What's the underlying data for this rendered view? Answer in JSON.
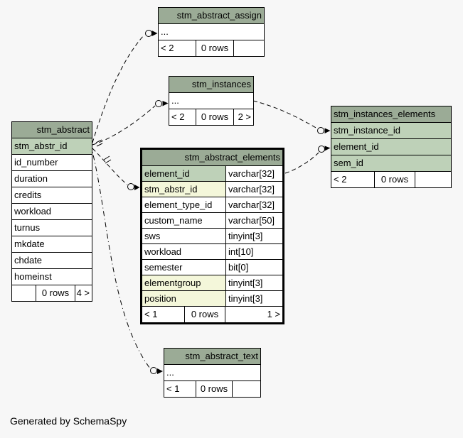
{
  "page": {
    "credit": "Generated by SchemaSpy",
    "background": "#f7f7f7"
  },
  "colors": {
    "table_header": "#9bab96",
    "primary_key_column": "#bed1b8",
    "indexed_column": "#f4f7da",
    "line": "#000000"
  },
  "tables": {
    "assign": {
      "title": "stm_abstract_assign",
      "ellipsis": "...",
      "footer": {
        "left": "< 2",
        "mid": "0 rows",
        "right": ""
      }
    },
    "instances": {
      "title": "stm_instances",
      "ellipsis": "...",
      "footer": {
        "left": "< 2",
        "mid": "0 rows",
        "right": "2 >"
      }
    },
    "abstract": {
      "title": "stm_abstract",
      "columns": [
        "stm_abstr_id",
        "id_number",
        "duration",
        "credits",
        "workload",
        "turnus",
        "mkdate",
        "chdate",
        "homeinst"
      ],
      "footer": {
        "left": "",
        "mid": "0 rows",
        "right": "4 >"
      }
    },
    "elements": {
      "title": "stm_abstract_elements",
      "columns": [
        {
          "name": "element_id",
          "type": "varchar[32]"
        },
        {
          "name": "stm_abstr_id",
          "type": "varchar[32]"
        },
        {
          "name": "element_type_id",
          "type": "varchar[32]"
        },
        {
          "name": "custom_name",
          "type": "varchar[50]"
        },
        {
          "name": "sws",
          "type": "tinyint[3]"
        },
        {
          "name": "workload",
          "type": "int[10]"
        },
        {
          "name": "semester",
          "type": "bit[0]"
        },
        {
          "name": "elementgroup",
          "type": "tinyint[3]"
        },
        {
          "name": "position",
          "type": "tinyint[3]"
        }
      ],
      "footer": {
        "left": "< 1",
        "mid": "0 rows",
        "right": "1 >"
      }
    },
    "instances_elements": {
      "title": "stm_instances_elements",
      "columns": [
        "stm_instance_id",
        "element_id",
        "sem_id"
      ],
      "footer": {
        "left": "< 2",
        "mid": "0 rows",
        "right": ""
      }
    },
    "text": {
      "title": "stm_abstract_text",
      "ellipsis": "...",
      "footer": {
        "left": "< 1",
        "mid": "0 rows",
        "right": ""
      }
    }
  }
}
